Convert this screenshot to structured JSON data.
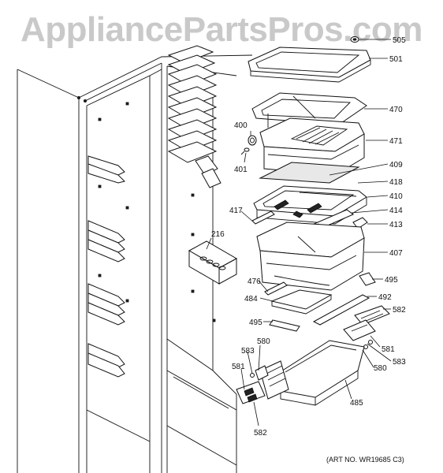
{
  "watermark": "AppliancePartsPros.com",
  "art_number": "(ART NO. WR19685 C3)",
  "callouts": {
    "c505": "505",
    "c501": "501",
    "c470": "470",
    "c400": "400",
    "c471": "471",
    "c401": "401",
    "c409": "409",
    "c418": "418",
    "c410": "410",
    "c417": "417",
    "c414": "414",
    "c413": "413",
    "c216": "216",
    "c407": "407",
    "c476": "476",
    "c495a": "495",
    "c484": "484",
    "c492": "492",
    "c495b": "495",
    "c582a": "582",
    "c580a": "580",
    "c583a": "583",
    "c581a": "581",
    "c580b": "580",
    "c581b": "581",
    "c583b": "583",
    "c485": "485",
    "c582b": "582"
  }
}
